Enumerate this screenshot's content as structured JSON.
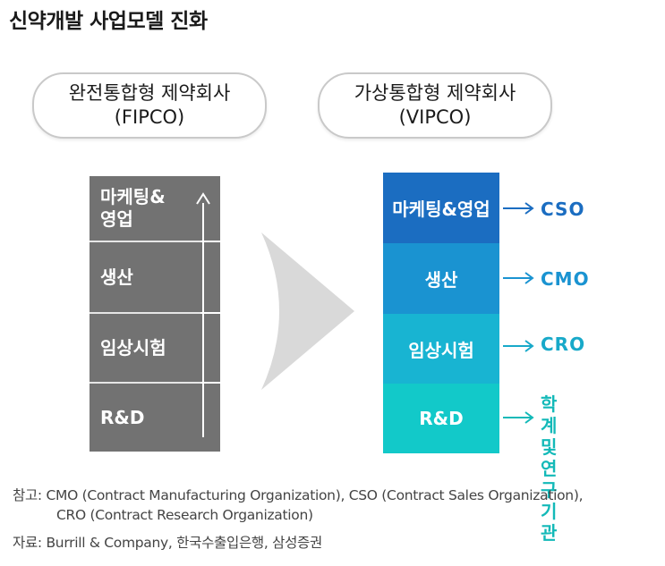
{
  "title": "신약개발 사업모델 진화",
  "left_model": {
    "name": "완전통합형 제약회사",
    "abbr": "(FIPCO)"
  },
  "right_model": {
    "name": "가상통합형 제약회사",
    "abbr": "(VIPCO)"
  },
  "stages": [
    {
      "label": "마케팅&\n영업"
    },
    {
      "label": "생산"
    },
    {
      "label": "임상시험"
    },
    {
      "label": "R&D"
    }
  ],
  "virtual_stages": [
    {
      "label": "마케팅&영업",
      "color": "#1b6dc1",
      "outsource": "CSO",
      "out_color": "#1b6dc1"
    },
    {
      "label": "생산",
      "color": "#1a93d1",
      "outsource": "CMO",
      "out_color": "#1a93d1"
    },
    {
      "label": "임상시험",
      "color": "#18b4d2",
      "outsource": "CRO",
      "out_color": "#18a9c9"
    },
    {
      "label": "R&D",
      "color": "#12c9c9",
      "outsource": "학계 및\n연구기관",
      "out_color": "#13b9b8"
    }
  ],
  "colors": {
    "fipco_block": "#727272",
    "transition_arrow": "#d9d9d9"
  },
  "notes": {
    "reference_line1": "참고: CMO (Contract Manufacturing Organization), CSO (Contract Sales Organization),",
    "reference_line2": "CRO (Contract Research Organization)",
    "source": "자료: Burrill & Company,  한국수출입은행,  삼성증권"
  }
}
